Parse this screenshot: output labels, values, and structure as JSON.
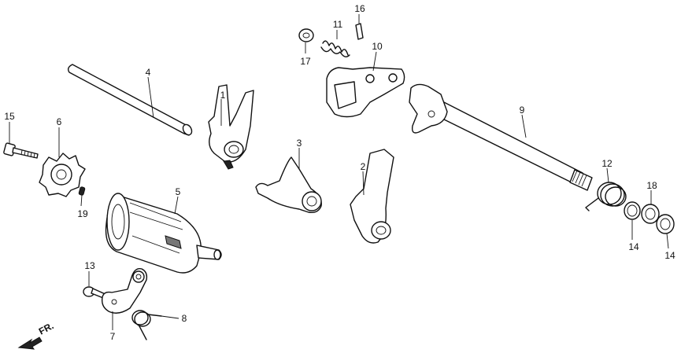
{
  "callouts": {
    "c1": "1",
    "c2": "2",
    "c3": "3",
    "c4": "4",
    "c5": "5",
    "c6": "6",
    "c7": "7",
    "c8": "8",
    "c9": "9",
    "c10": "10",
    "c11": "11",
    "c12": "12",
    "c13": "13",
    "c14a": "14",
    "c14b": "14",
    "c15": "15",
    "c16": "16",
    "c17": "17",
    "c18": "18",
    "c19": "19"
  },
  "front_marker": "FR."
}
